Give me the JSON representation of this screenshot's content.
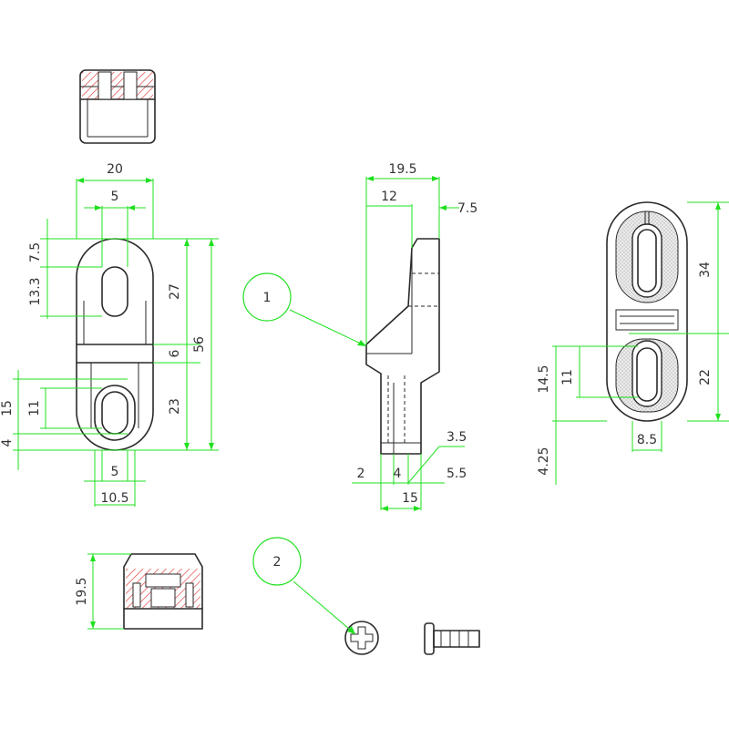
{
  "colors": {
    "dimension_line": "#1fe01f",
    "part_outline": "#2a2a2a",
    "section_hatch": "#e04040",
    "stipple_fill": "#d8d8d8",
    "text": "#333333"
  },
  "balloons": {
    "part1": "1",
    "part2": "2"
  },
  "front_view": {
    "width": "20",
    "slot_width_top": "5",
    "top_offset": "7.5",
    "slot_length_top": "13.3",
    "upper_height": "27",
    "web_height": "6",
    "overall_height": "56",
    "lower_height": "23",
    "lower_slot_span": "15",
    "lower_slot_length": "11",
    "bottom_offset": "4",
    "slot_width_bottom": "5",
    "bottom_width": "10.5"
  },
  "side_view": {
    "depth": "19.5",
    "flange_depth": "12",
    "lip": "7.5",
    "notch": "3.5",
    "base_left": "2",
    "base_mid": "4",
    "base_right": "5.5",
    "base_total": "15"
  },
  "rear_view": {
    "upper_height": "34",
    "lower_slot_span": "14.5",
    "lower_slot_length": "11",
    "lower_height": "22",
    "bottom_offset": "4.25",
    "slot_width": "8.5"
  },
  "section_view": {
    "height": "19.5"
  }
}
